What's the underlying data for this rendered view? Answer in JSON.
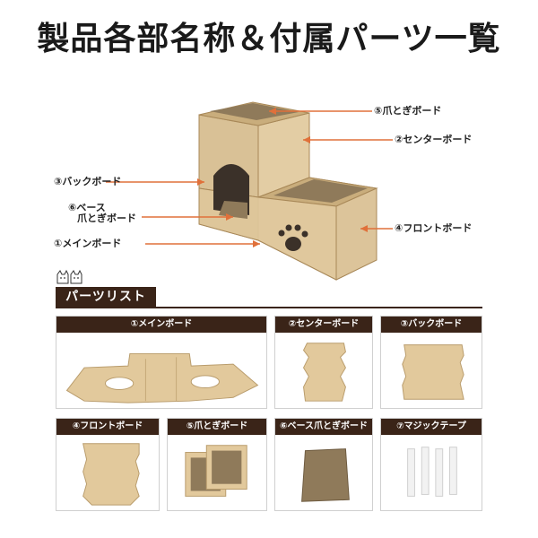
{
  "title": "製品各部名称＆付属パーツ一覧",
  "labels": {
    "claw_board": "⑤爪とぎボード",
    "center_board": "②センターボード",
    "back_board": "③バックボード",
    "base_claw_line1": "⑥ベース",
    "base_claw_line2": "爪とぎボード",
    "main_board": "①メインボード",
    "front_board": "④フロントボード"
  },
  "parts_heading": "パーツリスト",
  "parts": [
    {
      "label": "①メインボード"
    },
    {
      "label": "②センターボード"
    },
    {
      "label": "③バックボード"
    },
    {
      "label": "④フロントボード"
    },
    {
      "label": "⑤爪とぎボード"
    },
    {
      "label": "⑥ベース爪とぎボード"
    },
    {
      "label": "⑦マジックテープ"
    }
  ],
  "colors": {
    "cardboard": "#d8bf93",
    "cardboard_dark": "#b99c6c",
    "accent_line": "#e0703a",
    "header_bg": "#3a2418"
  }
}
